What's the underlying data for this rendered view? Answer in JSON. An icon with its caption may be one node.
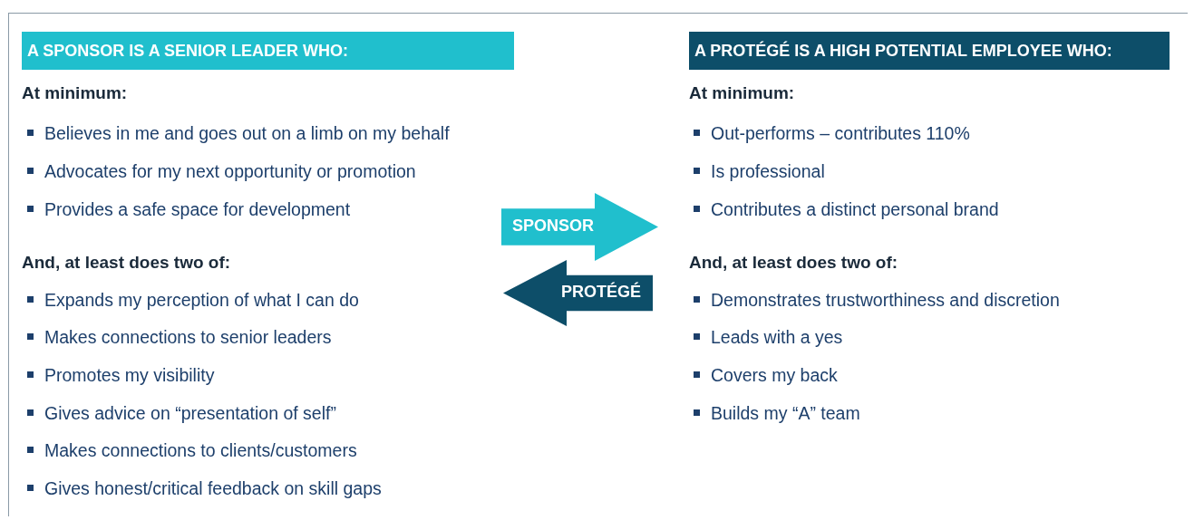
{
  "diagram": {
    "nodes": [
      {
        "text": [
          "A SPONSOR IS A SENIOR LEADER WHO:"
        ]
      },
      {
        "text": [
          "A PROTÉGÉ IS A HIGH POTENTIAL EMPLOYEE WHO:"
        ]
      },
      {
        "text": [
          "SPONSOR"
        ]
      },
      {
        "text": [
          "PROTÉGÉ"
        ]
      }
    ],
    "labels": [
      "At minimum:",
      "Believes in me and goes out on a limb on my behalf",
      "Advocates for my next opportunity or promotion",
      "Provides a safe space for development",
      "And, at least does two of:",
      "Expands my perception of what I can do",
      "Makes connections to senior leaders",
      "Promotes my visibility",
      "Gives advice on “presentation of self”",
      "Makes connections to clients/customers",
      "Gives honest/critical feedback on skill gaps",
      "At minimum:",
      "Out-performs – contributes 110%",
      "Is professional",
      "Contributes a distinct personal brand",
      "And, at least does two of:",
      "Demonstrates trustworthiness and discretion",
      "Leads with a yes",
      "Covers my back",
      "Builds my “A” team"
    ]
  }
}
